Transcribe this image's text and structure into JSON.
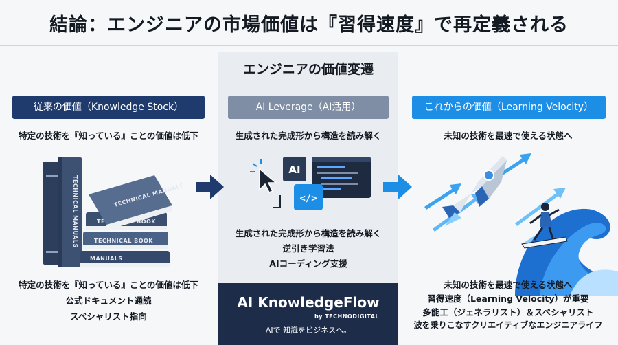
{
  "title": "結論：エンジニアの市場価値は『習得速度』で再定義される",
  "center": {
    "heading": "エンジニアの価値変遷",
    "pill": "AI Leverage（AI活用）",
    "subtitle": "生成された完成形から構造を読み解く",
    "points": [
      "生成された完成形から構造を読み解く",
      "逆引き学習法",
      "AIコーディング支援"
    ],
    "screen_label": "AI",
    "code_symbol": "</>"
  },
  "left": {
    "pill": "従来の価値（Knowledge Stock）",
    "subtitle": "特定の技術を『知っている』ことの価値は低下",
    "points": [
      "特定の技術を『知っている』ことの価値は低下",
      "公式ドキュメント通読",
      "スペシャリスト指向"
    ],
    "book_labels": [
      "TECHNICAL MANUALS",
      "TECHNICAL BOOK",
      "TECHNICAL BOOK",
      "MANUALS",
      "TECHNICAL MANUALS"
    ]
  },
  "right": {
    "pill": "これからの価値（Learning Velocity）",
    "subtitle": "未知の技術を最速で使える状態へ",
    "points": [
      "未知の技術を最速で使える状態へ",
      "習得速度（Learning Velocity）が重要",
      "多能工（ジェネラリスト）＆スペシャリスト",
      "波を乗りこなすクリエイティブなエンジニアライフ"
    ]
  },
  "brand": {
    "name": "AI KnowledgeFlow",
    "by": "by TECHNODIGITAL",
    "tagline": "AIで 知識をビジネスへ。"
  },
  "colors": {
    "navy": "#1f3a6d",
    "slate": "#7f8ea4",
    "blue": "#1d8ee6",
    "brand_bg": "#1d2c49"
  }
}
